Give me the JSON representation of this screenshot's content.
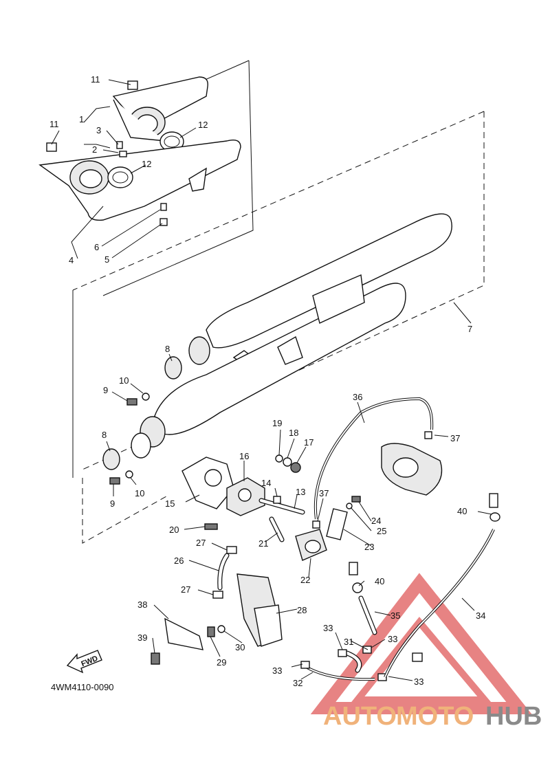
{
  "diagram_code": "4WM4110-0090",
  "fwd_label": "FWD",
  "watermark": {
    "part1": "AUTO",
    "part2": "MOTO",
    "part3": "HUB"
  },
  "labels": {
    "p1": "1",
    "p2": "2",
    "p3": "3",
    "p4": "4",
    "p5": "5",
    "p6": "6",
    "p7": "7",
    "p8a": "8",
    "p8b": "8",
    "p9a": "9",
    "p9b": "9",
    "p10a": "10",
    "p10b": "10",
    "p11a": "11",
    "p11b": "11",
    "p12a": "12",
    "p12b": "12",
    "p13": "13",
    "p14": "14",
    "p15": "15",
    "p16": "16",
    "p17": "17",
    "p18": "18",
    "p19": "19",
    "p20": "20",
    "p21": "21",
    "p22": "22",
    "p23": "23",
    "p24": "24",
    "p25": "25",
    "p26": "26",
    "p27a": "27",
    "p27b": "27",
    "p28": "28",
    "p29": "29",
    "p30": "30",
    "p31": "31",
    "p32": "32",
    "p33a": "33",
    "p33b": "33",
    "p33c": "33",
    "p33d": "33",
    "p34": "34",
    "p35": "35",
    "p36": "36",
    "p37a": "37",
    "p37b": "37",
    "p38": "38",
    "p39": "39",
    "p40a": "40",
    "p40b": "40"
  },
  "colors": {
    "line": "#111111",
    "watermark_orange": "#f0b27a",
    "watermark_gray": "#8a8a8a",
    "watermark_triangle": "#e05a5a"
  }
}
